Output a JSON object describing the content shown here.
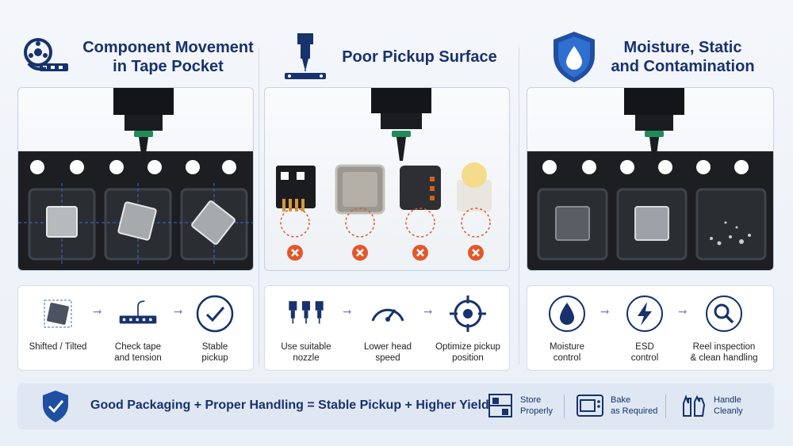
{
  "panels": [
    {
      "title_line1": "Component Movement",
      "title_line2": "in Tape Pocket",
      "steps": [
        {
          "label_line1": "Shifted / Tilted",
          "label_line2": ""
        },
        {
          "label_line1": "Check tape",
          "label_line2": "and tension"
        },
        {
          "label_line1": "Stable",
          "label_line2": "pickup"
        }
      ]
    },
    {
      "title_line1": "Poor Pickup Surface",
      "title_line2": "",
      "steps": [
        {
          "label_line1": "Use suitable",
          "label_line2": "nozzle"
        },
        {
          "label_line1": "Lower head",
          "label_line2": "speed"
        },
        {
          "label_line1": "Optimize pickup",
          "label_line2": "position"
        }
      ]
    },
    {
      "title_line1": "Moisture, Static",
      "title_line2": "and Contamination",
      "steps": [
        {
          "label_line1": "Moisture",
          "label_line2": "control"
        },
        {
          "label_line1": "ESD",
          "label_line2": "control"
        },
        {
          "label_line1": "Reel inspection",
          "label_line2": "& clean handling"
        }
      ]
    }
  ],
  "footer": {
    "slogan": "Good Packaging + Proper Handling = Stable Pickup + Higher Yield",
    "items": [
      {
        "line1": "Store",
        "line2": "Properly",
        "icon": "shelf-icon"
      },
      {
        "line1": "Bake",
        "line2": "as Required",
        "icon": "oven-icon"
      },
      {
        "line1": "Handle",
        "line2": "Cleanly",
        "icon": "gloves-icon"
      }
    ]
  },
  "colors": {
    "navy": "#17326c",
    "accent": "#1f4fa3",
    "error": "#e2572b",
    "nozzle_green": "#1f8a5b"
  }
}
